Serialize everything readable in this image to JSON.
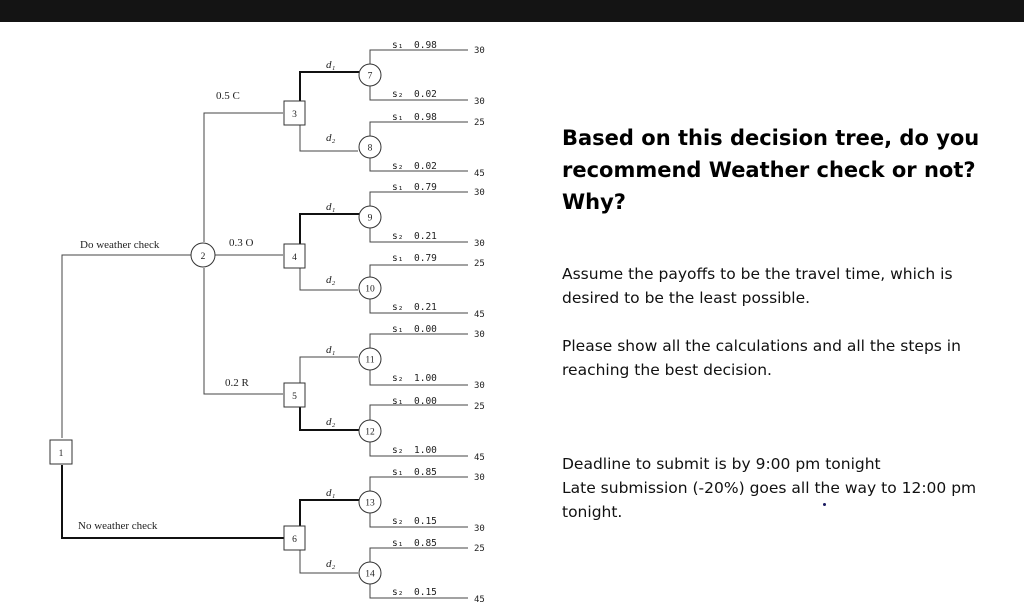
{
  "question": "Based on this decision tree, do you recommend Weather check or not? Why?",
  "paragraphs": [
    "Assume the payoffs to be the travel time, which is desired to be the least possible.",
    "Please show all the calculations and all the steps in reaching the best decision.",
    "Deadline to submit is by 9:00 pm tonight\nLate submission (-20%) goes all the way to 12:00 pm tonight."
  ],
  "tree": {
    "root_label": "1",
    "branches": [
      {
        "label": "Do weather check",
        "node": "2"
      },
      {
        "label": "No weather check",
        "node": "6"
      }
    ],
    "forecasts": [
      {
        "label": "0.5 C",
        "decision_node": "3"
      },
      {
        "label": "0.3 O",
        "decision_node": "4"
      },
      {
        "label": "0.2 R",
        "decision_node": "5"
      }
    ],
    "decision_labels": [
      "d₁",
      "d₂"
    ],
    "state_labels": [
      "s₁",
      "s₂"
    ],
    "chance_nodes": [
      {
        "node": "7",
        "decision": "d₁",
        "p1": "0.98",
        "p2": "0.02",
        "payoff1": "30",
        "payoff2": "30"
      },
      {
        "node": "8",
        "decision": "d₂",
        "p1": "0.98",
        "p2": "0.02",
        "payoff1": "25",
        "payoff2": "45"
      },
      {
        "node": "9",
        "decision": "d₁",
        "p1": "0.79",
        "p2": "0.21",
        "payoff1": "30",
        "payoff2": "30"
      },
      {
        "node": "10",
        "decision": "d₂",
        "p1": "0.79",
        "p2": "0.21",
        "payoff1": "25",
        "payoff2": "45"
      },
      {
        "node": "11",
        "decision": "d₁",
        "p1": "0.00",
        "p2": "1.00",
        "payoff1": "30",
        "payoff2": "30"
      },
      {
        "node": "12",
        "decision": "d₂",
        "p1": "0.00",
        "p2": "1.00",
        "payoff1": "25",
        "payoff2": "45"
      },
      {
        "node": "13",
        "decision": "d₁",
        "p1": "0.85",
        "p2": "0.15",
        "payoff1": "30",
        "payoff2": "30"
      },
      {
        "node": "14",
        "decision": "d₂",
        "p1": "0.85",
        "p2": "0.15",
        "payoff1": "25",
        "payoff2": "45"
      }
    ]
  }
}
